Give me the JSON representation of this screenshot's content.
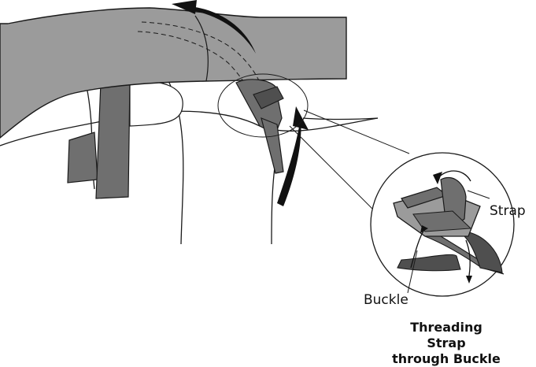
{
  "labels": {
    "strap": "Strap",
    "buckle": "Buckle"
  },
  "caption": {
    "line1": "Threading Strap",
    "line2": "through Buckle"
  },
  "colors": {
    "strap_fill": "#9b9b9b",
    "strap_dark": "#6f6f6f",
    "strap_darker": "#4f4f4f",
    "outline": "#1a1a1a",
    "arrow": "#111111",
    "background": "#ffffff"
  }
}
